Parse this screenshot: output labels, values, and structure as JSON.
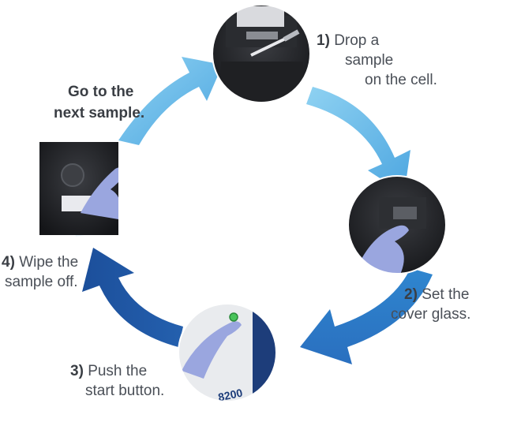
{
  "cycle": {
    "colors": {
      "arrow_light": "#6fc0ea",
      "arrow_mid": "#3d93d6",
      "arrow_dark": "#1f5da8",
      "photo_bg": "#1c1d20",
      "glove": "#9aa6df",
      "text": "#4a4f57"
    },
    "steps": [
      {
        "number": "1)",
        "text_line1": "Drop a",
        "text_line2": "sample",
        "text_line3": "on the cell.",
        "photo": "instrument-cell-pipette"
      },
      {
        "number": "2)",
        "text_line1": "Set the",
        "text_line2": "cover glass.",
        "photo": "gloved-hand-setting-cover-glass"
      },
      {
        "number": "3)",
        "text_line1": "Push the",
        "text_line2": "start button.",
        "photo": "finger-pressing-start-button"
      },
      {
        "number": "4)",
        "text_line1": "Wipe the",
        "text_line2": "sample off.",
        "photo": "gloved-hand-wiping-cell"
      }
    ],
    "next": {
      "line1": "Go to the",
      "line2": "next sample."
    },
    "device_label": "8200"
  }
}
